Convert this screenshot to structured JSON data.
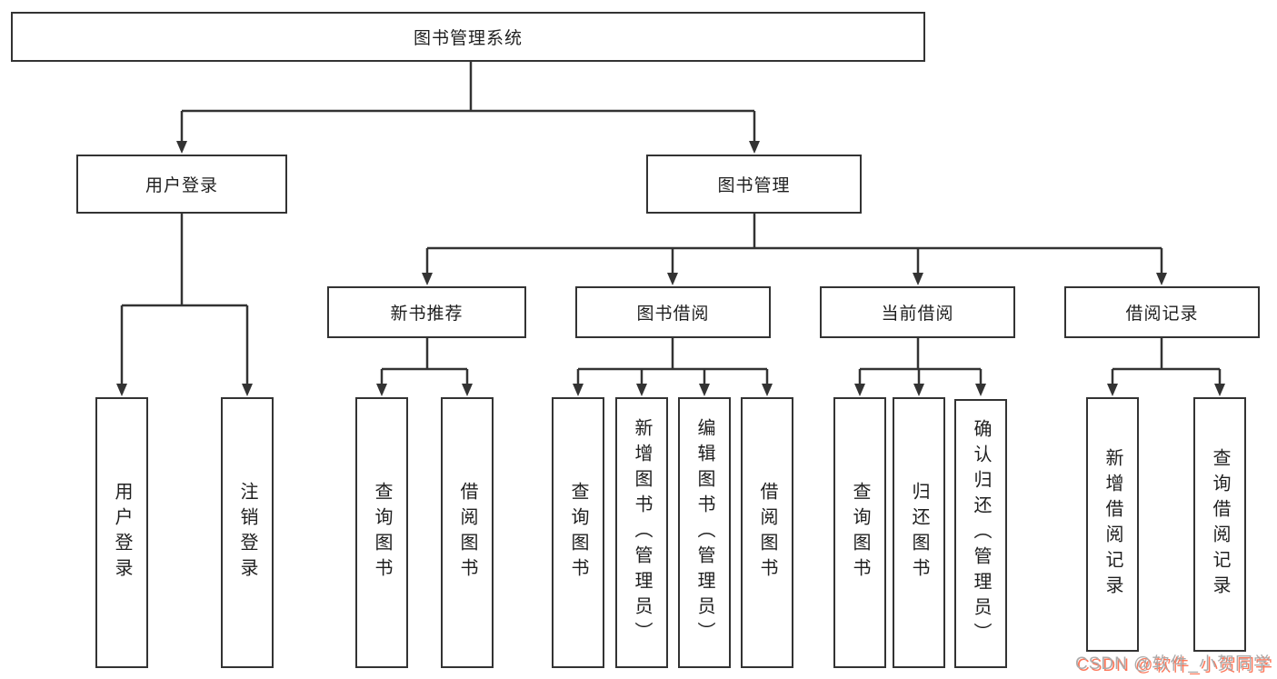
{
  "nodes": {
    "root": "图书管理系统",
    "login": "用户登录",
    "manage": "图书管理",
    "sub": [
      "新书推荐",
      "图书借阅",
      "当前借阅",
      "借阅记录"
    ],
    "login_leaves": [
      "用户登录",
      "注销登录"
    ],
    "recommend_leaves": [
      "查询图书",
      "借阅图书"
    ],
    "borrow_leaves": [
      "查询图书",
      "新增图书（管理员）",
      "编辑图书（管理员）",
      "借阅图书"
    ],
    "current_leaves": [
      "查询图书",
      "归还图书",
      "确认归还（管理员）"
    ],
    "record_leaves": [
      "新增借阅记录",
      "查询借阅记录"
    ]
  },
  "watermark": {
    "text": "CSDN @软件_小贺同学"
  },
  "colors": {
    "background": "#ffffff",
    "line": "#333333",
    "box_border": "#333333",
    "text": "#1f1f1f",
    "watermark_gray": "#ababab",
    "watermark_red": "#fc5531"
  }
}
